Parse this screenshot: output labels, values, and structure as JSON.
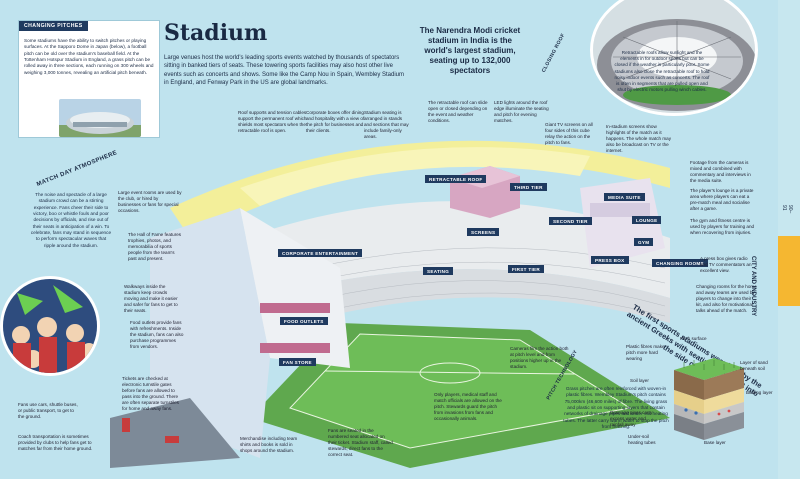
{
  "page": {
    "title": "Stadium",
    "side_label": "CITY AND INDUSTRY",
    "page_numbers": "90–91"
  },
  "intro": "Large venues host the world's leading sports events watched by thousands of spectators sitting in banked tiers of seats. These towering sports facilities may also host other live events such as concerts and shows. Some like the Camp Nou in Spain, Wembley Stadium in England, and Fenway Park in the US are global landmarks.",
  "changing_pitches": {
    "title": "CHANGING PITCHES",
    "text": "Some stadiums have the ability to switch pitches or playing surfaces. At the Sapporo Dome in Japan (below), a football pitch can be old over the stadium's baseball field. At the Tottenham Hotspur Stadium in England, a grass pitch can be rolled away in three sections, each running on 300 wheels and weighing 3,000 tonnes, revealing an artificial pitch beneath."
  },
  "modi_fact": "The Narendra Modi cricket stadium in India is the world's largest stadium, seating up to 132,000 spectators",
  "closing_roof": {
    "label": "CLOSING ROOF",
    "text": "Retractable roofs allow sunlight and the elements in for outdoor sports but can be closed if the weather is particularly poor. Some stadiums also close the retractable roof to hold noisy indoor events such as concerts. The roof is often in segments that are pulled open and shut by electric motors pulling winch cables."
  },
  "match_day": {
    "label": "MATCH DAY ATMOSPHERE",
    "text": "The noise and spectacle of a large stadium crowd can be a stirring experience. Fans cheer their side to victory, boo or whistle fouls and poor decisions by officials, and rise out of their seats in anticipation of a win. To celebrate, fans may stand in sequence to perform spectacular waves that ripple around the stadium."
  },
  "pitch_tech": {
    "label": "PITCH TECHNOLOGY",
    "text": "Grass pitches are often reinforced with woven-in plastic fibres. Wembley Stadium's pitch contains 75,000km (46,600 miles) of fibre. The living grass and plastic sit on supporting layers that contain networks of drainage pipes and under-soil heating tubes. The latter carry warm water to stop the pitch from freezing."
  },
  "first_sports": "The first sports stadiums were built by the ancient Greeks with seating often built into the side of a hill",
  "labels": {
    "retractable_roof": "RETRACTABLE ROOF",
    "third_tier": "THIRD TIER",
    "media_suite": "MEDIA SUITE",
    "second_tier": "SECOND TIER",
    "lounge": "LOUNGE",
    "gym": "GYM",
    "screens": "SCREENS",
    "press_box": "PRESS BOX",
    "changing_rooms": "CHANGING ROOMS",
    "corporate": "CORPORATE ENTERTAINMENT",
    "seating": "SEATING",
    "first_tier": "FIRST TIER",
    "food_outlets": "FOOD OUTLETS",
    "fan_store": "FAN STORE"
  },
  "notes": {
    "roof_supports": "Roof supports and tension cables support the permanent roof which shields most spectators when the retractable roof is open.",
    "corporate_boxes": "Corporate boxes offer dining and hospitality with a view of the pitch for businesses and their clients.",
    "stadium_seating": "Stadium seating is arranged in stands and sections that may include family-only areas.",
    "retractable_pitch_roof": "The retractable roof can slide open or closed depending on the event and weather conditions.",
    "led_lights": "LED lights around the roof edge illuminate the seating and pitch for evening matches.",
    "giant_tv": "Giant TV screens on all four sides of this cube relay the action on the pitch to fans.",
    "in_stadium_screens": "In-stadium screens show highlights of the match as it happens. The whole match may also be broadcast on TV or the internet.",
    "footage": "Footage from the cameras is mixed and combined with commentary and interviews in the media suite.",
    "players_lounge": "The player's lounge is a private area where players can eat a pre-match meal and socialise after a game.",
    "gym": "The gym and fitness centre is used by players for training and when recovering from injuries.",
    "press_box": "A press box gives radio and TV commentators an excellent view.",
    "changing_rooms": "Changing rooms for the home and away teams are used by players to change into their kit, and also for motivational talks ahead of the match.",
    "large_event_rooms": "Large event rooms are used by the club, or hired by businesses or fans for special occasions.",
    "hall_of_fame": "The Hall of Fame features trophies, photos, and memorabilia of sports people from the team's past and present.",
    "walkways": "Walkways inside the stadium keep crowds moving and make it easier and safer for fans to get to their seats.",
    "food_outlets": "Food outlets provide fans with refreshments. Inside the stadium, fans can also purchase programmes from vendors.",
    "fans_use_cars": "Fans use cars, shuttle buses, or public transport, to get to the ground.",
    "tickets": "Tickets are checked at electronic turnstile gates before fans are allowed to pass into the ground. There are often separate turnstiles for home and away fans.",
    "coach_transportation": "Coach transportation is sometimes provided by clubs to help fans get to matches far from their home ground.",
    "merchandise": "Merchandise including team shirts and books is sold in shops around the stadium.",
    "fans_seated": "Fans are seated in the numbered seat allocated on their ticket. Stadium staff, called stewards, direct fans to the correct seat.",
    "only_players": "Only players, medical staff and match officials are allowed on the pitch. Stewards guard the pitch from invasions from fans and occasionally animals.",
    "cameras": "Cameras film the action both at pitch level and from positions higher up in the stadium."
  },
  "pitch_diagram": {
    "pitch_surface": "Pitch surface",
    "plastic_fibres": "Plastic fibres make pitch more hard wearing",
    "soil_layer": "Soil layer",
    "warm_sand": "Layer of sand beneath soil",
    "binding_layer": "Binding layer",
    "drainage": "Drainage pipes carry excess water and rainfall away",
    "underfloor": "Under-soil heating tubes",
    "base_layer": "Base layer"
  },
  "colors": {
    "background": "#bfe3ee",
    "navy": "#1f3a5f",
    "accent": "#f5b731",
    "roof": "#f3ef9a",
    "pitch": "#5fa84e"
  }
}
